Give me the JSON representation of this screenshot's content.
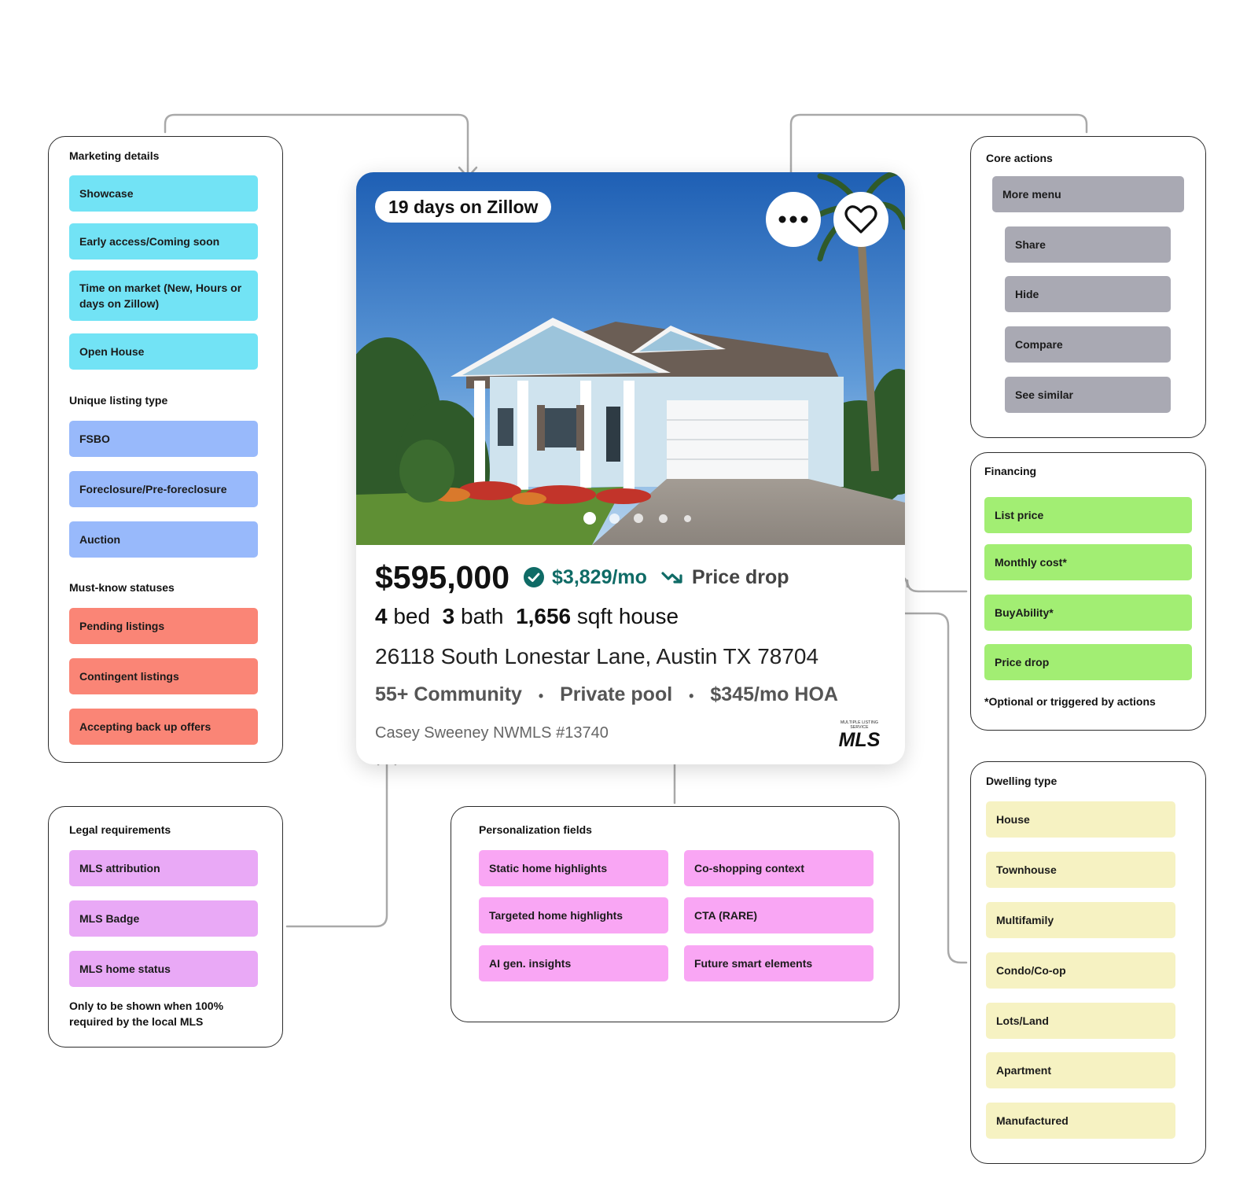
{
  "marketing": {
    "title": "Marketing details",
    "items": [
      "Showcase",
      "Early access/Coming soon",
      "Time on market (New, Hours or days on Zillow)",
      "Open House"
    ],
    "section2_title": "Unique listing type",
    "listing_types": [
      "FSBO",
      "Foreclosure/Pre-foreclosure",
      "Auction"
    ],
    "section3_title": "Must-know statuses",
    "statuses": [
      "Pending listings",
      "Contingent listings",
      "Accepting back up offers"
    ]
  },
  "legal": {
    "title": "Legal requirements",
    "items": [
      "MLS attribution",
      "MLS Badge",
      "MLS home status"
    ],
    "note": "Only to be shown when 100% required by the local MLS"
  },
  "personalization": {
    "title": "Personalization fields",
    "items": [
      "Static home highlights",
      "Co-shopping context",
      "Targeted home highlights",
      "CTA (RARE)",
      "AI gen. insights",
      "Future smart elements"
    ]
  },
  "core_actions": {
    "title": "Core actions",
    "main": "More menu",
    "sub": [
      "Share",
      "Hide",
      "Compare",
      "See similar"
    ]
  },
  "financing": {
    "title": "Financing",
    "items": [
      "List price",
      "Monthly cost*",
      "BuyAbility*",
      "Price drop"
    ],
    "note": "*Optional or triggered by actions"
  },
  "dwelling": {
    "title": "Dwelling type",
    "items": [
      "House",
      "Townhouse",
      "Multifamily",
      "Condo/Co-op",
      "Lots/Land",
      "Apartment",
      "Manufactured"
    ]
  },
  "listing": {
    "days_badge": "19 days on Zillow",
    "price": "$595,000",
    "monthly": "$3,829/mo",
    "price_drop": "Price drop",
    "beds_num": "4",
    "beds_label": "bed",
    "baths_num": "3",
    "baths_label": "bath",
    "sqft_num": "1,656",
    "sqft_label": "sqft house",
    "address": "26118 South Lonestar Lane, Austin TX 78704",
    "highlights": [
      "55+ Community",
      "Private pool",
      "$345/mo HOA"
    ],
    "separator": "•",
    "agent": "Casey Sweeney NWMLS #13740",
    "mls_small": "MULTIPLE LISTING SERVICE",
    "mls_logo": "MLS",
    "photo_count": 5,
    "active_photo": 1
  },
  "colors": {
    "marketing": "#72e3f5",
    "listing_type": "#98b9fb",
    "status": "#fa8576",
    "core": "#a9a9b3",
    "financing": "#a2ee73",
    "dwelling": "#f6f2c2",
    "legal": "#e9a9f6",
    "personalization": "#f9a6f4",
    "teal_accent": "#0f6b66",
    "connector": "#a9a9a9"
  }
}
